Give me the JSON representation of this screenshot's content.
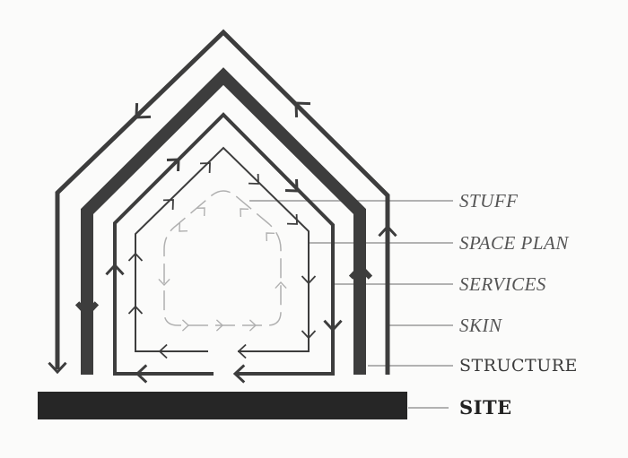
{
  "layers": [
    {
      "id": "stuff",
      "label": "STUFF",
      "style": "italic"
    },
    {
      "id": "space_plan",
      "label": "SPACE PLAN",
      "style": "italic"
    },
    {
      "id": "services",
      "label": "SERVICES",
      "style": "italic"
    },
    {
      "id": "skin",
      "label": "SKIN",
      "style": "italic"
    },
    {
      "id": "structure",
      "label": "STRUCTURE",
      "style": "upright"
    },
    {
      "id": "site",
      "label": "SITE",
      "style": "bold"
    }
  ],
  "colors": {
    "line": "#3d3d3d",
    "site": "#262626",
    "stuff": "#b0b0b0",
    "leader": "#9a9a9a",
    "background": "#fbfbfa"
  }
}
